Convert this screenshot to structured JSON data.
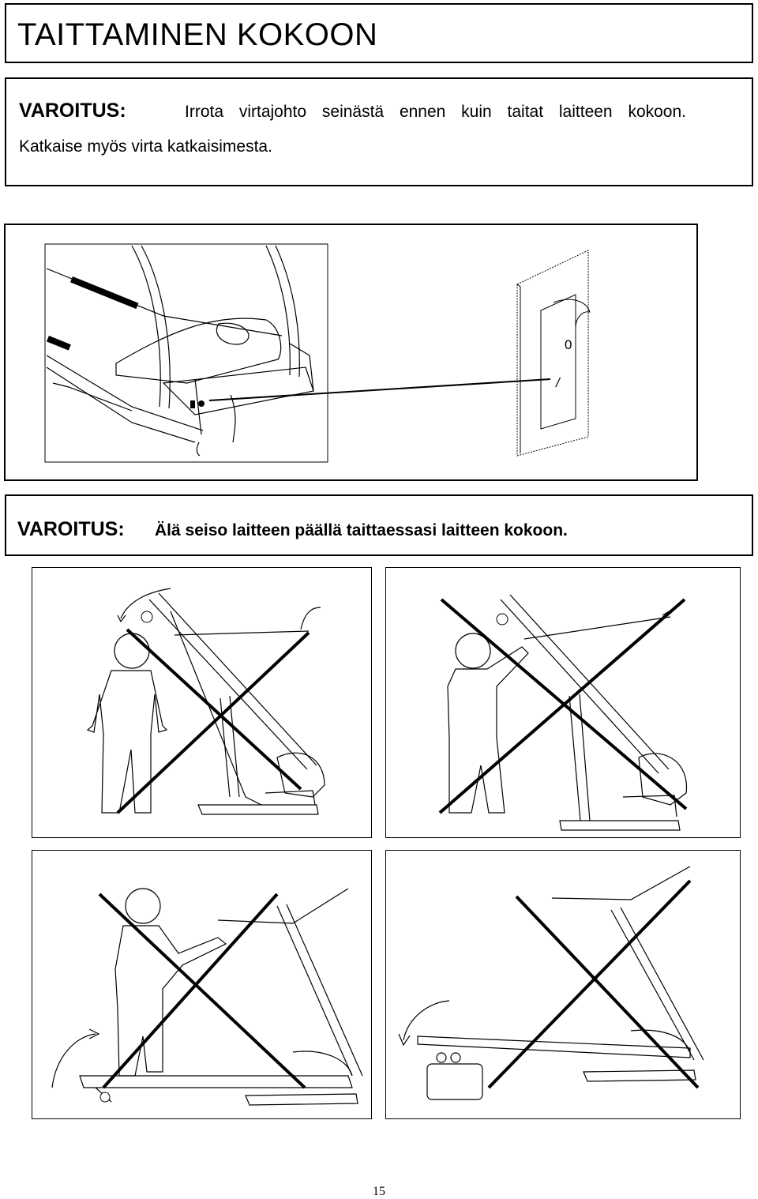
{
  "title": "TAITTAMINEN KOKOON",
  "warning1": {
    "label": "VAROITUS:",
    "line1": "Irrota virtajohto seinästä ennen kuin taitat laitteen kokoon.",
    "line2": "Katkaise myös virta katkaisimesta."
  },
  "switch": {
    "off_symbol": "0",
    "on_symbol": "/"
  },
  "warning2": {
    "label": "VAROITUS:",
    "text": "Älä seiso laitteen päällä taittaessasi laitteen kokoon."
  },
  "page_number": "15"
}
